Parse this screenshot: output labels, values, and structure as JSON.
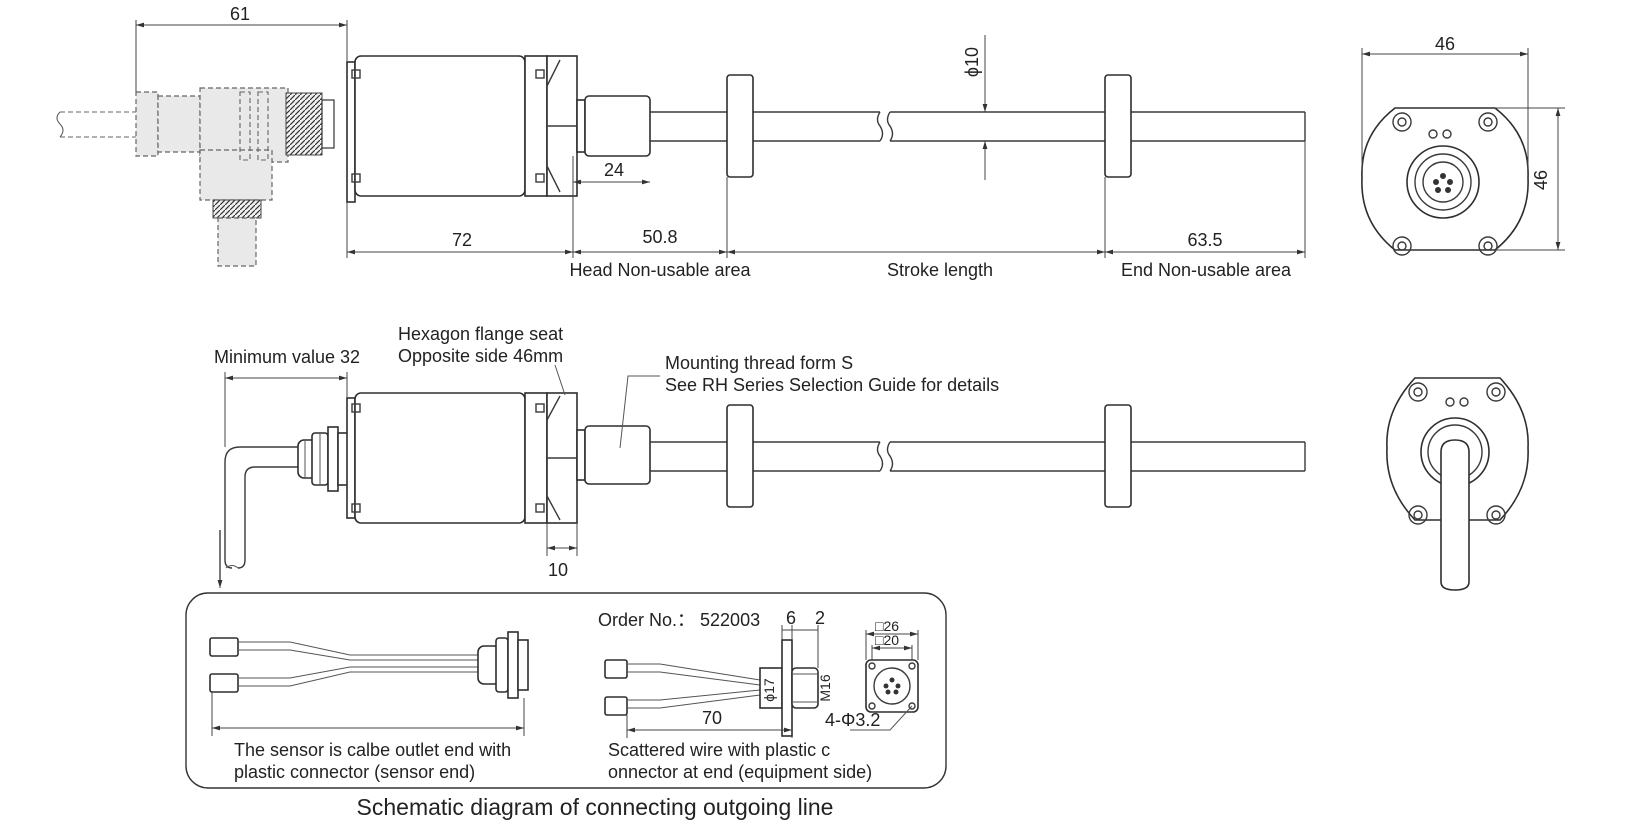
{
  "top_view": {
    "dim_connector_width": "61",
    "dim_rod_diameter": "ϕ10",
    "dim_rod_start": "24",
    "dim_head_length": "72",
    "dim_head_non_usable": "50.8",
    "dim_end_non_usable": "63.5",
    "label_head_area": "Head Non-usable area",
    "label_stroke": "Stroke length",
    "label_end_area": "End Non-usable area"
  },
  "end_view_top": {
    "dim_width": "46",
    "dim_height": "46"
  },
  "side_view": {
    "label_min_value": "Minimum value 32",
    "label_flange_line1": "Hexagon flange seat",
    "label_flange_line2": "Opposite side 46mm",
    "label_thread_line1": "Mounting thread form S",
    "label_thread_line2": "See RH Series Selection Guide for details",
    "dim_flange_thickness": "10"
  },
  "detail_box": {
    "left_caption_line1": "The sensor is calbe outlet end with",
    "left_caption_line2": "plastic connector (sensor end)",
    "order_label": "Order No.： 522003",
    "dim_6": "6",
    "dim_2": "2",
    "dim_square_26": "□26",
    "dim_square_20": "□20",
    "dim_phi17": "ϕ17",
    "dim_m16": "M16",
    "dim_70": "70",
    "dim_holes": "4-Φ3.2",
    "right_caption_line1": "Scattered wire with plastic c",
    "right_caption_line2": "onnector at end (equipment side)"
  },
  "caption": "Schematic diagram of connecting outgoing line"
}
